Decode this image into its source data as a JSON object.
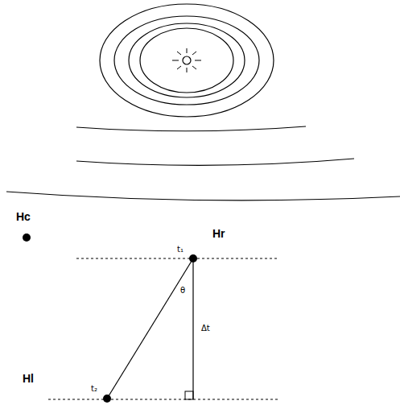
{
  "diagram": {
    "labels": [
      "Hc",
      "Hr",
      "t₁",
      "θ",
      "Δt",
      "Hl",
      "t₂"
    ]
  }
}
